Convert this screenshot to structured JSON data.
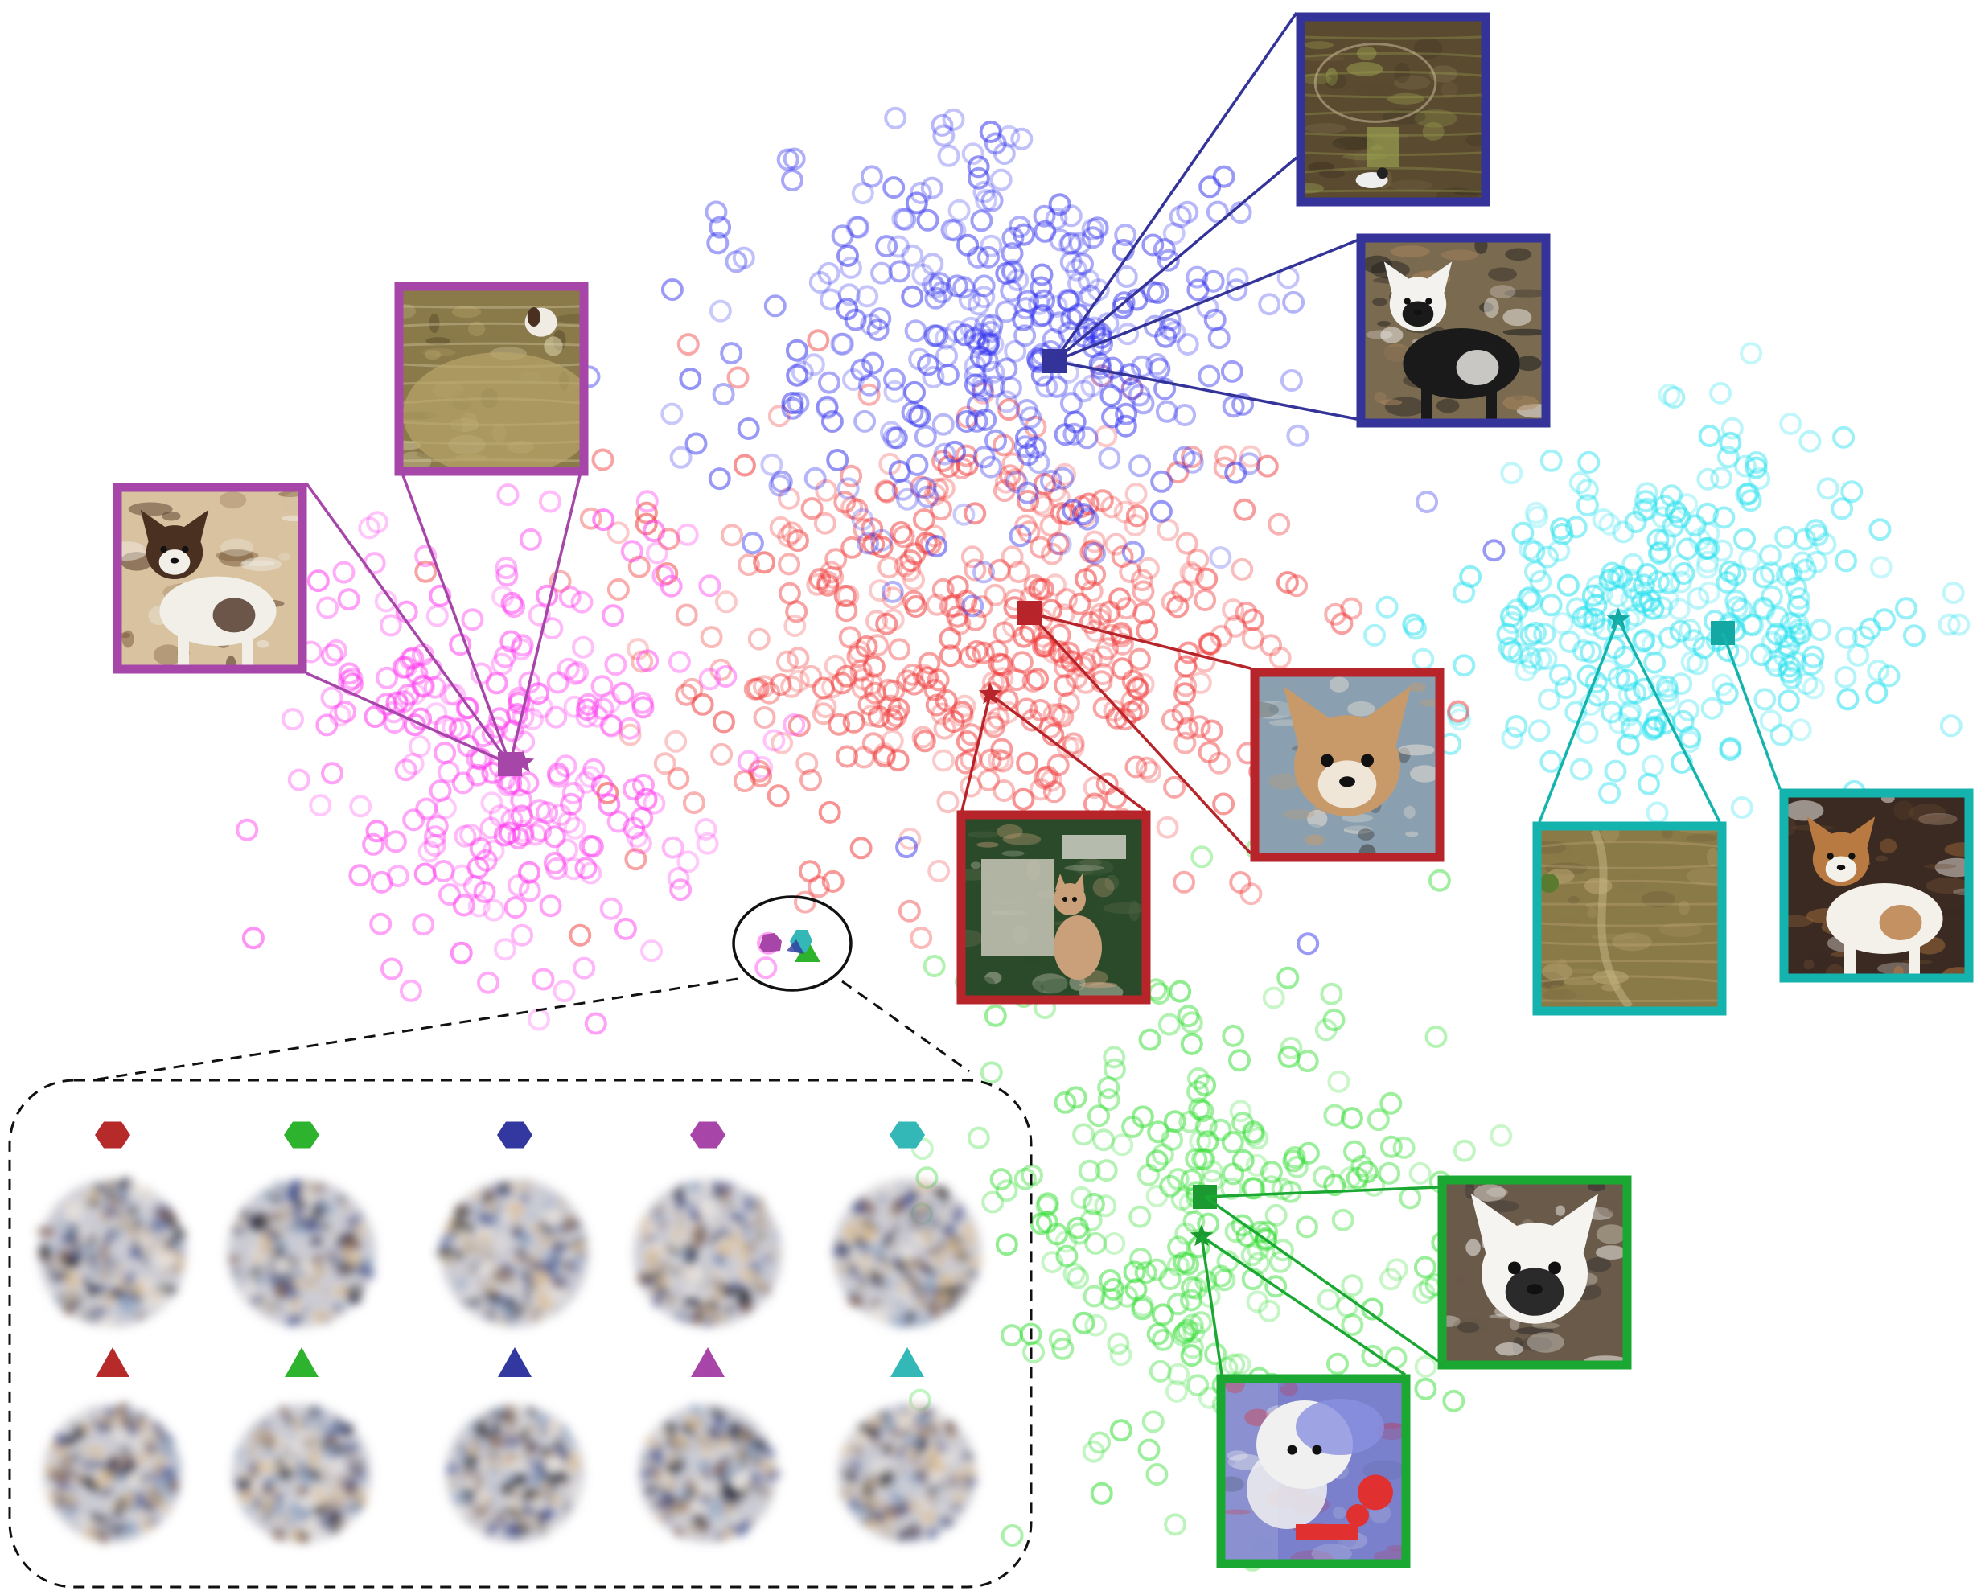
{
  "clusters": [
    {
      "id": "magenta",
      "color": "#ff33ee",
      "count": 260,
      "seed": 11
    },
    {
      "id": "red",
      "color": "#f03838",
      "count": 440,
      "seed": 23
    },
    {
      "id": "blue",
      "color": "#3333ee",
      "count": 340,
      "seed": 37
    },
    {
      "id": "cyan",
      "color": "#22e0ee",
      "count": 300,
      "seed": 53
    },
    {
      "id": "green",
      "color": "#33dd33",
      "count": 270,
      "seed": 71
    }
  ],
  "thumbnails": [
    {
      "id": "magenta-dog",
      "frame": "#a646a8",
      "subject": "papillon-dog",
      "palette": [
        "#d8c2a0",
        "#4a3020",
        "#f2efe8",
        "#7a5a3a"
      ]
    },
    {
      "id": "magenta-texture",
      "frame": "#a646a8",
      "subject": "papillon-small",
      "palette": [
        "#8a7a4a",
        "#b8a56a",
        "#5a4a2a",
        "#e0d6b0"
      ]
    },
    {
      "id": "blue-texture",
      "frame": "#333399",
      "subject": "texture-small-dog",
      "palette": [
        "#5a4a30",
        "#7a6a48",
        "#3a3020",
        "#9aa050"
      ]
    },
    {
      "id": "blue-dog",
      "frame": "#333399",
      "subject": "terrier-dog",
      "palette": [
        "#7a6a50",
        "#f4f2ee",
        "#1a1a1a",
        "#b08860"
      ]
    },
    {
      "id": "red-dog",
      "frame": "#b7242a",
      "subject": "chihuahua-face",
      "palette": [
        "#8aa0b0",
        "#c89a6a",
        "#f0e6d8",
        "#3a3a3a"
      ]
    },
    {
      "id": "red-scene",
      "frame": "#b7242a",
      "subject": "chihuahua-scene",
      "palette": [
        "#2a4a2a",
        "#c0c0b0",
        "#caa07a",
        "#5a6a4a"
      ]
    },
    {
      "id": "cyan-texture",
      "frame": "#14b3ad",
      "subject": "texture",
      "palette": [
        "#8a7a48",
        "#a89460",
        "#6a5a38",
        "#c0aa78"
      ]
    },
    {
      "id": "cyan-dog",
      "frame": "#14b3ad",
      "subject": "beagle-dog",
      "palette": [
        "#3a2a22",
        "#b87a40",
        "#f4f0ea",
        "#6a4a30"
      ]
    },
    {
      "id": "green-dog",
      "frame": "#1aa832",
      "subject": "maltese-dog",
      "palette": [
        "#6a5a4a",
        "#f6f4f0",
        "#2a2a2a",
        "#c8c0b0"
      ]
    },
    {
      "id": "green-abstract",
      "frame": "#1aa832",
      "subject": "abstract-maltese",
      "palette": [
        "#8a90d0",
        "#f0f0f0",
        "#e03030",
        "#5a6a8a"
      ]
    }
  ],
  "inset": {
    "columns": [
      {
        "color": "#b72a2a",
        "hexagon": "hexagon-marker",
        "triangle": "triangle-marker"
      },
      {
        "color": "#2db32d",
        "hexagon": "hexagon-marker",
        "triangle": "triangle-marker"
      },
      {
        "color": "#3338a0",
        "hexagon": "hexagon-marker",
        "triangle": "triangle-marker"
      },
      {
        "color": "#a845a8",
        "hexagon": "hexagon-marker",
        "triangle": "triangle-marker"
      },
      {
        "color": "#33b7b7",
        "hexagon": "hexagon-marker",
        "triangle": "triangle-marker"
      }
    ],
    "blob_palette": [
      "#1a2040",
      "#f0e8e0",
      "#7a5a4a",
      "#3a4a8a",
      "#c0b0a0",
      "#2a2a2a",
      "#8aa0c0",
      "#e0c090"
    ]
  }
}
